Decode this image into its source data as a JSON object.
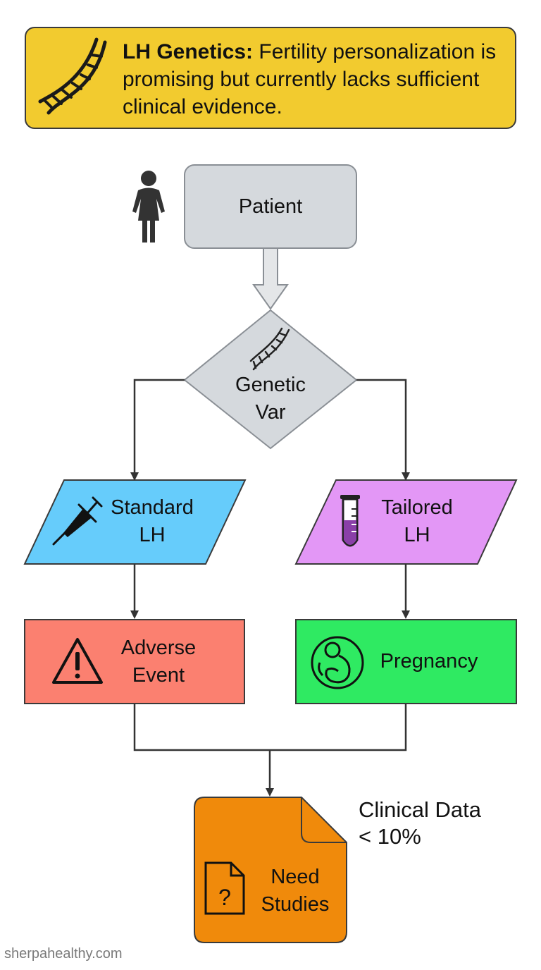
{
  "banner": {
    "title": "LH Genetics:",
    "text": " Fertility personalization is promising but currently lacks sufficient clinical evidence."
  },
  "nodes": {
    "patient": "Patient",
    "genetic_line1": "Genetic",
    "genetic_line2": "Var",
    "standard_line1": "Standard",
    "standard_line2": "LH",
    "tailored_line1": "Tailored",
    "tailored_line2": "LH",
    "adverse_line1": "Adverse",
    "adverse_line2": "Event",
    "pregnancy": "Pregnancy",
    "studies_line1": "Need",
    "studies_line2": "Studies"
  },
  "annotation": {
    "line1": "Clinical Data",
    "line2": "< 10%"
  },
  "footer": "sherpahealthy.com",
  "colors": {
    "banner": "#f2cb2f",
    "patient": "#d5d9dd",
    "standard": "#66ccfb",
    "tailored": "#e397f6",
    "adverse": "#fb8070",
    "pregnancy": "#2fea62",
    "studies": "#f08a0b"
  }
}
